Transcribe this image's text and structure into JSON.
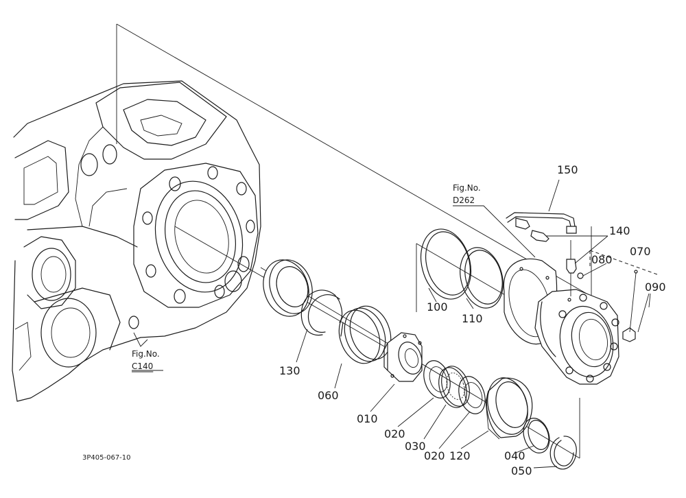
{
  "figure_refs": [
    {
      "line1": "Fig.No.",
      "line2": "D262"
    },
    {
      "line1": "Fig.No.",
      "line2": "C140"
    }
  ],
  "parts": [
    {
      "number": "150"
    },
    {
      "number": "140"
    },
    {
      "number": "070"
    },
    {
      "number": "080"
    },
    {
      "number": "090"
    },
    {
      "number": "100"
    },
    {
      "number": "110"
    },
    {
      "number": "130"
    },
    {
      "number": "060"
    },
    {
      "number": "010"
    },
    {
      "number": "020"
    },
    {
      "number": "030"
    },
    {
      "number": "020"
    },
    {
      "number": "120"
    },
    {
      "number": "040"
    },
    {
      "number": "050"
    }
  ],
  "drawing_code": "3P405-067-10"
}
